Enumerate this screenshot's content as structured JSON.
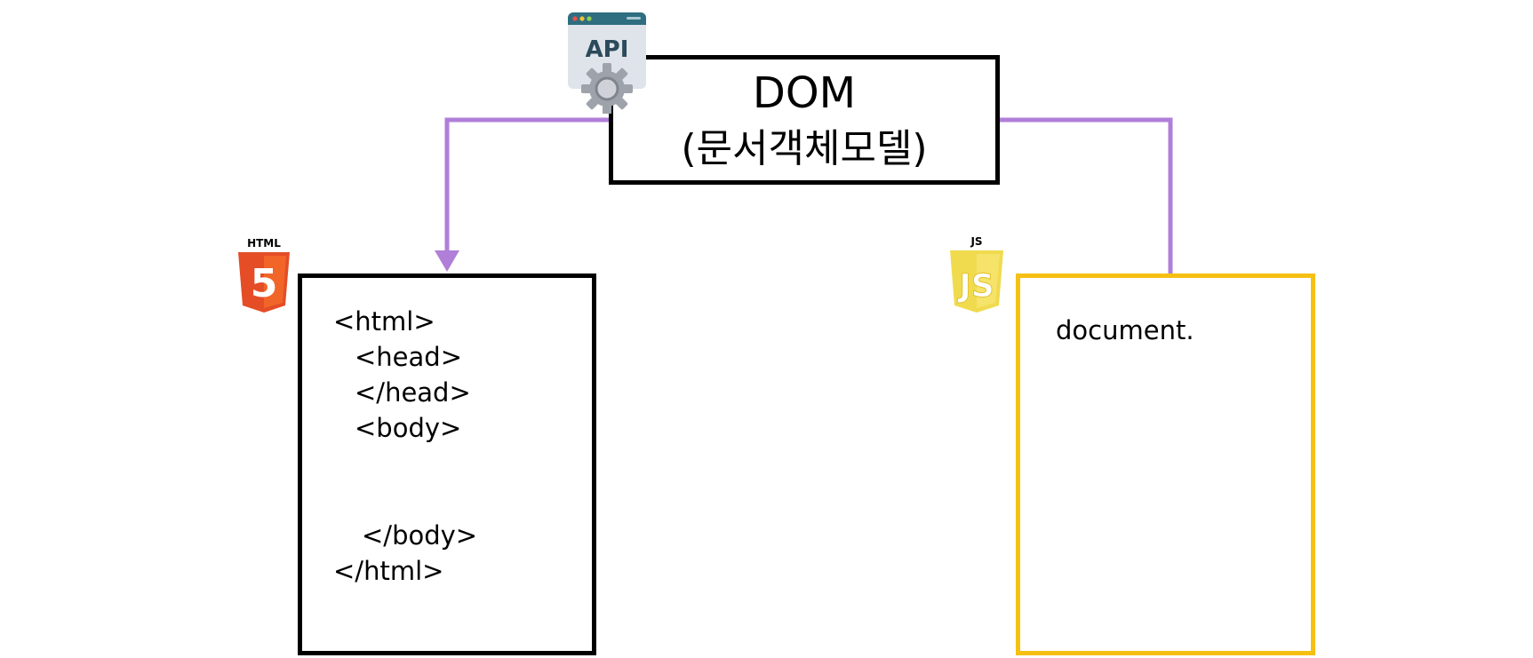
{
  "dom": {
    "title": "DOM",
    "subtitle": "(문서객체모델)"
  },
  "icons": {
    "api": {
      "name": "api-settings-icon",
      "label": "API"
    },
    "html5": {
      "name": "html5-logo-icon",
      "label": "HTML",
      "glyph": "5",
      "color": "#e44d26"
    },
    "js": {
      "name": "javascript-logo-icon",
      "label": "JS",
      "color": "#f0db4f"
    }
  },
  "html_code": [
    "<html>",
    "<head>",
    "</head>",
    "<body>",
    "</body>",
    "</html>"
  ],
  "js_code": [
    "document."
  ],
  "colors": {
    "connector": "#b07fd8",
    "js_box_border": "#f5c013",
    "html_box_border": "#000000"
  }
}
